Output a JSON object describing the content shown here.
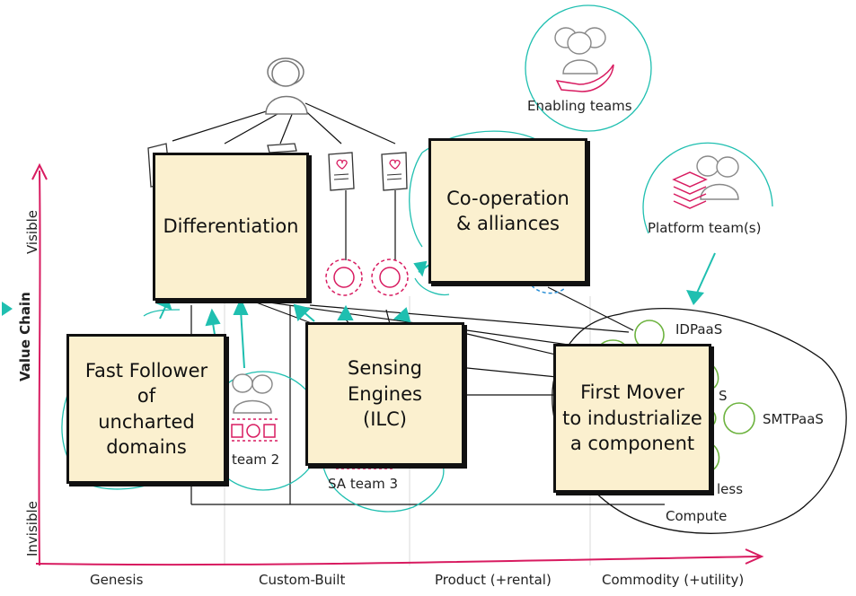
{
  "axes": {
    "y_title": "Value Chain",
    "y_top": "Visible",
    "y_bottom": "Invisible",
    "x_ticks": [
      "Genesis",
      "Custom-Built",
      "Product (+rental)",
      "Commodity (+utility)"
    ]
  },
  "teams": {
    "enabling": "Enabling teams",
    "platform": "Platform team(s)",
    "sa_team_2": "team 2",
    "sa_team_3": "SA team 3"
  },
  "platform_services": {
    "idpaas": "IDPaaS",
    "s_partial": "S",
    "smtpaas": "SMTPaaS",
    "less_partial": "less",
    "compute": "Compute"
  },
  "notes": {
    "differentiation": "Differentiation",
    "cooperation": "Co-operation\n& alliances",
    "fast_follower": "Fast Follower\nof\nuncharted\ndomains",
    "sensing": "Sensing\nEngines\n(ILC)",
    "first_mover": "First Mover\nto industrialize\na component"
  },
  "colors": {
    "axis": "#d81b60",
    "teal": "#1fbfb0",
    "sticky": "#fbf0cf",
    "green": "#6db33f",
    "magenta": "#d81b60",
    "blue": "#2a8fd6"
  }
}
